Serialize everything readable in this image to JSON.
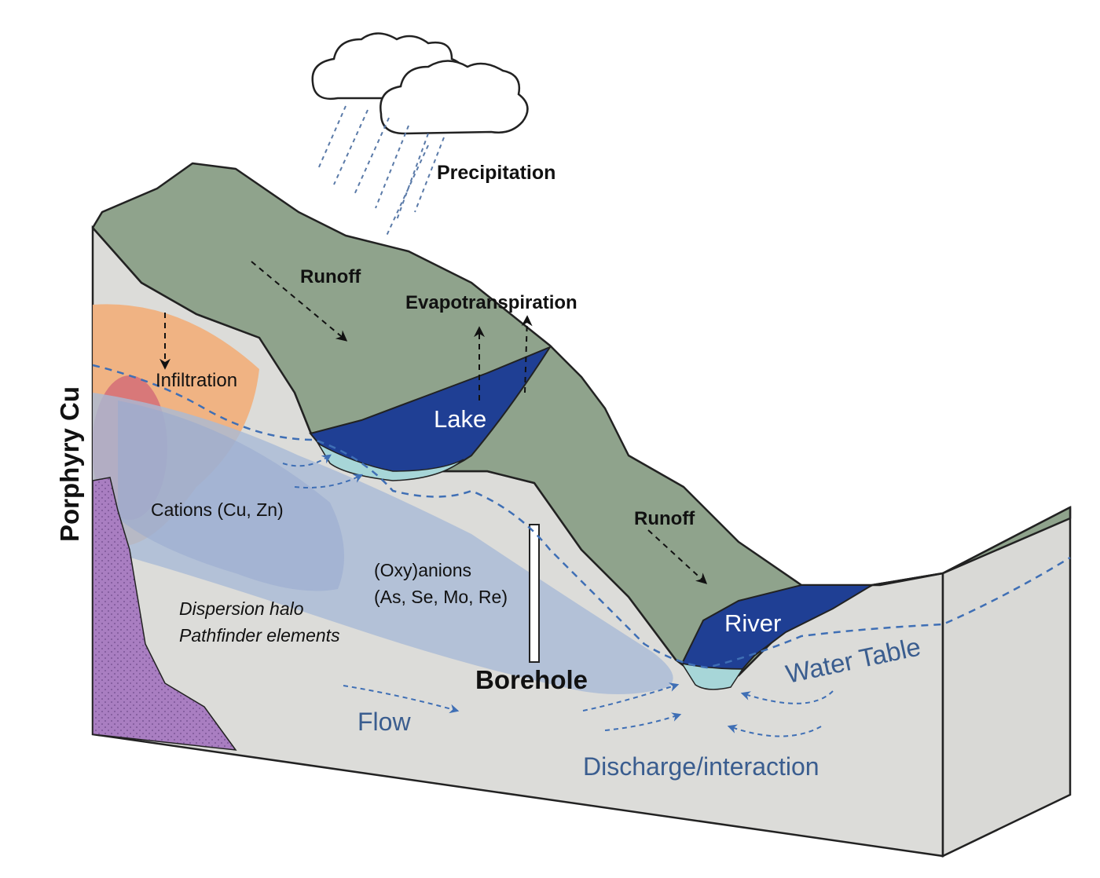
{
  "labels": {
    "precipitation": "Precipitation",
    "runoff_upper": "Runoff",
    "evapotranspiration": "Evapotranspiration",
    "infiltration": "Infiltration",
    "lake": "Lake",
    "porphyry": "Porphyry Cu",
    "cations": "Cations (Cu, Zn)",
    "oxyanions_line1": "(Oxy)anions",
    "oxyanions_line2": "(As, Se, Mo, Re)",
    "halo_line1": "Dispersion halo",
    "halo_line2": "Pathfinder elements",
    "runoff_lower": "Runoff",
    "river": "River",
    "water_table": "Water Table",
    "borehole": "Borehole",
    "flow": "Flow",
    "discharge": "Discharge/interaction"
  },
  "colors": {
    "terrain": "#8fa38c",
    "ground": "#dcdcd9",
    "lake": "#1f3f94",
    "shallow_water": "#a7d6d8",
    "orange_halo": "#f0b07e",
    "red_core": "#d46d78",
    "blue_plume": "#a9bad6",
    "purple_rock": "#a97ec1",
    "flow_arrow": "#3f6fb5",
    "dashed_black": "#111111"
  }
}
